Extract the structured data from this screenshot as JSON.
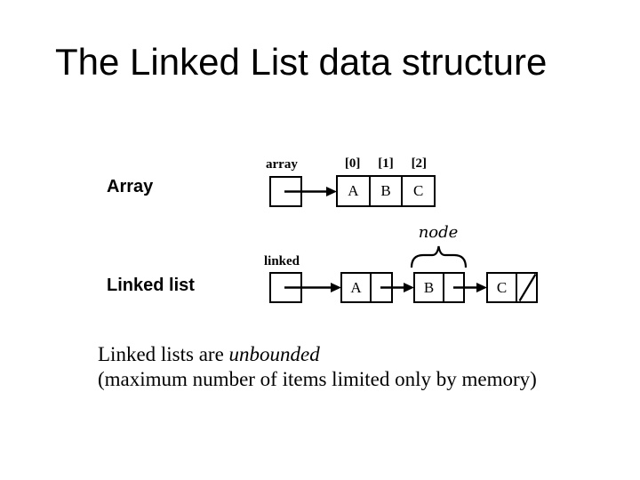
{
  "slide": {
    "title": "The Linked List data structure",
    "array_section": {
      "label": "Array",
      "pointer_label": "array",
      "index_labels": [
        "[0]",
        "[1]",
        "[2]"
      ],
      "cells": [
        "A",
        "B",
        "C"
      ]
    },
    "linked_section": {
      "label": "Linked list",
      "pointer_label": "linked",
      "node_label": "node",
      "nodes": [
        "A",
        "B",
        "C"
      ]
    },
    "footer": {
      "line1_prefix": "Linked lists are ",
      "line1_italic": "unbounded",
      "line2": "(maximum number of items limited only by memory)"
    },
    "colors": {
      "background": "#ffffff",
      "ink": "#000000"
    }
  }
}
